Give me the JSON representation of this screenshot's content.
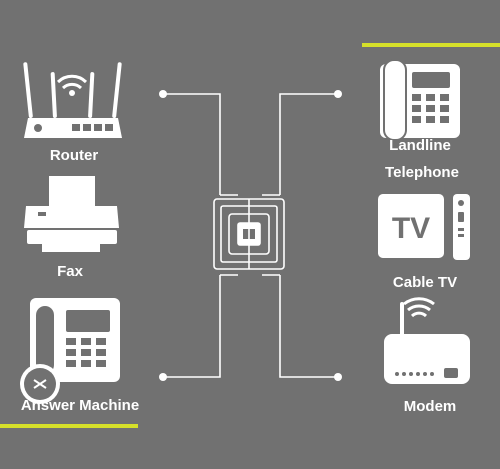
{
  "diagram": {
    "devices": {
      "router": "Router",
      "fax": "Fax",
      "answer_machine": "Answer Machine",
      "landline_line1": "Landline",
      "landline_line2": "Telephone",
      "cable_tv": "Cable TV",
      "modem": "Modem"
    },
    "tv_screen_text": "TV",
    "colors": {
      "background": "#717171",
      "foreground": "#ffffff",
      "accent": "#d6e02a"
    },
    "icons": [
      "router-icon",
      "fax-icon",
      "answer-machine-icon",
      "landline-telephone-icon",
      "cable-tv-icon",
      "modem-icon",
      "wall-socket-icon"
    ]
  }
}
